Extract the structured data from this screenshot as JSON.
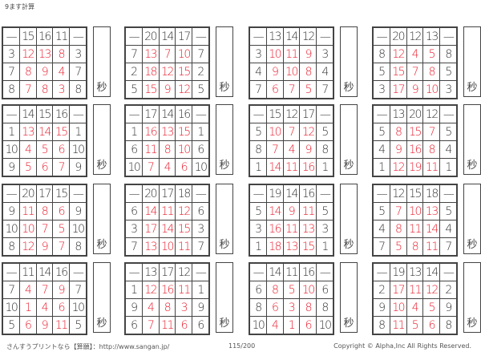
{
  "title": "9ます計算",
  "operator": "—",
  "seconds_label": "秒",
  "answer_color": "#e8202f",
  "puzzles": [
    {
      "top": [
        "15",
        "16",
        "11"
      ],
      "left": [
        "3",
        "7",
        "8"
      ],
      "answers": [
        [
          "12",
          "13",
          "8"
        ],
        [
          "8",
          "9",
          "4"
        ],
        [
          "7",
          "8",
          "3"
        ]
      ]
    },
    {
      "top": [
        "20",
        "14",
        "17"
      ],
      "left": [
        "7",
        "2",
        "5"
      ],
      "answers": [
        [
          "13",
          "7",
          "10"
        ],
        [
          "18",
          "12",
          "15"
        ],
        [
          "15",
          "9",
          "12"
        ]
      ]
    },
    {
      "top": [
        "13",
        "14",
        "12"
      ],
      "left": [
        "3",
        "4",
        "7"
      ],
      "answers": [
        [
          "10",
          "11",
          "9"
        ],
        [
          "9",
          "10",
          "8"
        ],
        [
          "6",
          "7",
          "5"
        ]
      ]
    },
    {
      "top": [
        "20",
        "12",
        "13"
      ],
      "left": [
        "8",
        "5",
        "3"
      ],
      "answers": [
        [
          "12",
          "4",
          "5"
        ],
        [
          "15",
          "7",
          "8"
        ],
        [
          "17",
          "9",
          "10"
        ]
      ]
    },
    {
      "top": [
        "14",
        "15",
        "16"
      ],
      "left": [
        "1",
        "10",
        "9"
      ],
      "answers": [
        [
          "13",
          "14",
          "15"
        ],
        [
          "4",
          "5",
          "6"
        ],
        [
          "5",
          "6",
          "7"
        ]
      ]
    },
    {
      "top": [
        "17",
        "14",
        "16"
      ],
      "left": [
        "1",
        "6",
        "10"
      ],
      "answers": [
        [
          "16",
          "13",
          "15"
        ],
        [
          "11",
          "8",
          "10"
        ],
        [
          "7",
          "4",
          "6"
        ]
      ]
    },
    {
      "top": [
        "15",
        "12",
        "17"
      ],
      "left": [
        "5",
        "8",
        "1"
      ],
      "answers": [
        [
          "10",
          "7",
          "12"
        ],
        [
          "7",
          "4",
          "9"
        ],
        [
          "14",
          "11",
          "16"
        ]
      ]
    },
    {
      "top": [
        "13",
        "20",
        "12"
      ],
      "left": [
        "5",
        "4",
        "1"
      ],
      "answers": [
        [
          "8",
          "15",
          "7"
        ],
        [
          "9",
          "16",
          "8"
        ],
        [
          "12",
          "19",
          "11"
        ]
      ]
    },
    {
      "top": [
        "20",
        "17",
        "15"
      ],
      "left": [
        "9",
        "10",
        "8"
      ],
      "answers": [
        [
          "11",
          "8",
          "6"
        ],
        [
          "10",
          "7",
          "5"
        ],
        [
          "12",
          "9",
          "7"
        ]
      ]
    },
    {
      "top": [
        "20",
        "17",
        "18"
      ],
      "left": [
        "6",
        "3",
        "7"
      ],
      "answers": [
        [
          "14",
          "11",
          "12"
        ],
        [
          "17",
          "14",
          "15"
        ],
        [
          "13",
          "10",
          "11"
        ]
      ]
    },
    {
      "top": [
        "19",
        "14",
        "16"
      ],
      "left": [
        "5",
        "3",
        "1"
      ],
      "answers": [
        [
          "14",
          "9",
          "11"
        ],
        [
          "16",
          "11",
          "13"
        ],
        [
          "18",
          "13",
          "15"
        ]
      ]
    },
    {
      "top": [
        "12",
        "15",
        "18"
      ],
      "left": [
        "5",
        "4",
        "7"
      ],
      "answers": [
        [
          "7",
          "10",
          "13"
        ],
        [
          "8",
          "11",
          "14"
        ],
        [
          "5",
          "8",
          "11"
        ]
      ]
    },
    {
      "top": [
        "11",
        "14",
        "16"
      ],
      "left": [
        "7",
        "10",
        "5"
      ],
      "answers": [
        [
          "4",
          "7",
          "9"
        ],
        [
          "1",
          "4",
          "6"
        ],
        [
          "6",
          "9",
          "11"
        ]
      ]
    },
    {
      "top": [
        "13",
        "17",
        "12"
      ],
      "left": [
        "1",
        "9",
        "6"
      ],
      "answers": [
        [
          "12",
          "16",
          "11"
        ],
        [
          "4",
          "8",
          "3"
        ],
        [
          "7",
          "11",
          "6"
        ]
      ]
    },
    {
      "top": [
        "14",
        "11",
        "16"
      ],
      "left": [
        "6",
        "8",
        "10"
      ],
      "answers": [
        [
          "8",
          "5",
          "10"
        ],
        [
          "6",
          "3",
          "8"
        ],
        [
          "4",
          "1",
          "6"
        ]
      ]
    },
    {
      "top": [
        "19",
        "13",
        "14"
      ],
      "left": [
        "2",
        "9",
        "8"
      ],
      "answers": [
        [
          "17",
          "11",
          "12"
        ],
        [
          "10",
          "4",
          "5"
        ],
        [
          "11",
          "5",
          "6"
        ]
      ]
    }
  ],
  "footer": {
    "site": "さんすうプリントなら【算願】：http://www.sangan.jp/",
    "page": "115/200",
    "copyright": "Copyright © Alpha,Inc All Rights Reserved."
  }
}
